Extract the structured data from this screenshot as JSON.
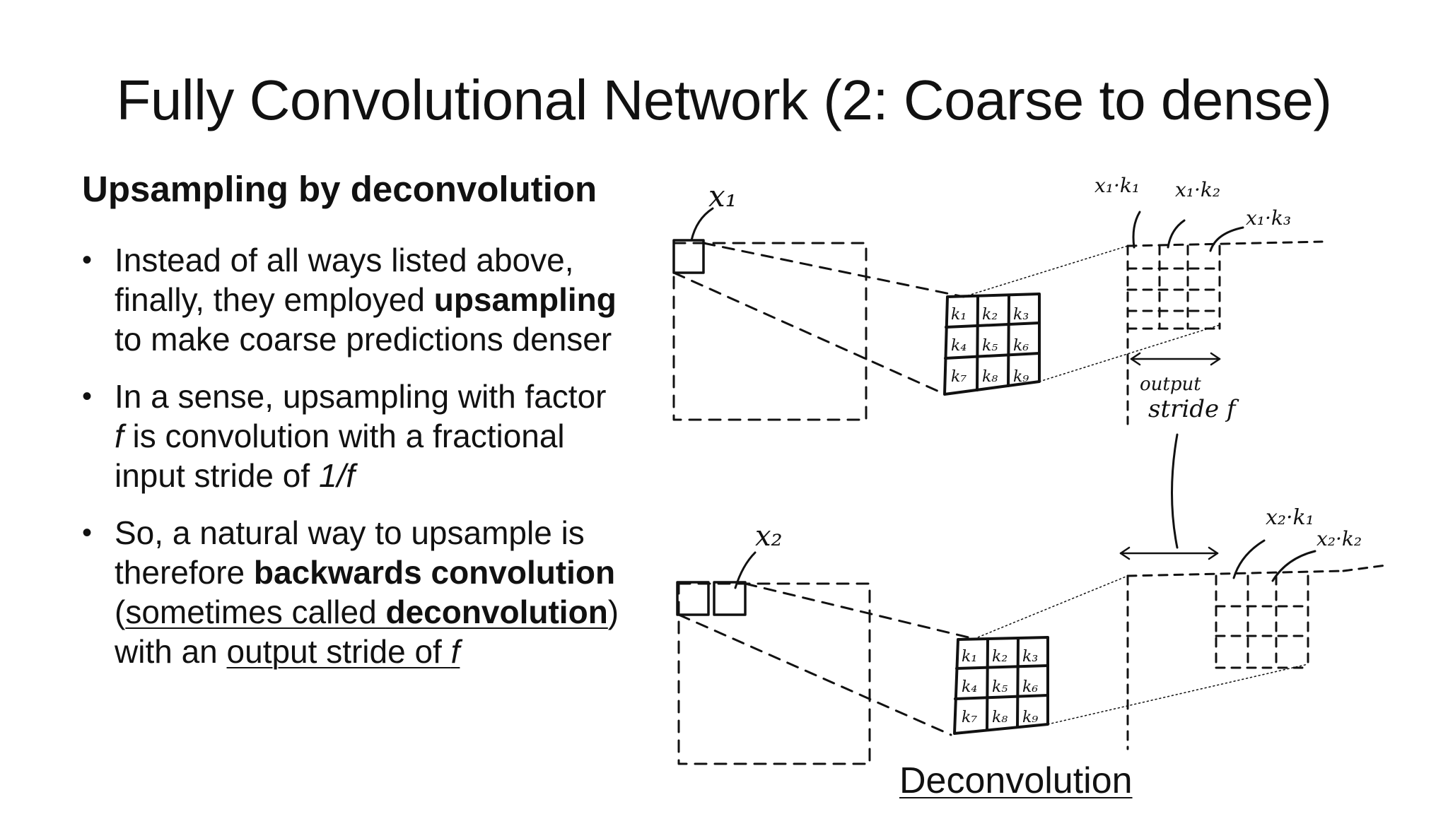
{
  "slide": {
    "title": "Fully Convolutional Network (2: Coarse to dense)",
    "subheading": "Upsampling by deconvolution"
  },
  "bullets": [
    {
      "b1_t1": "Instead of all ways listed above, finally, they employed ",
      "b1_t2": "upsampling",
      "b1_t3": " to make coarse predictions denser"
    },
    {
      "b2_t1": "In a sense, upsampling with factor ",
      "b2_t2": "f",
      "b2_t3": " is convolution with a fractional input stride of ",
      "b2_t4": "1/f"
    },
    {
      "b3_t1": "So, a natural way to upsample is therefore ",
      "b3_t2": "backwards convolution",
      "b3_t3": " (",
      "b3_t4": "sometimes called ",
      "b3_t5": "deconvolution",
      "b3_t6": ") with an ",
      "b3_t7": "output stride of ",
      "b3_t8": "f"
    }
  ],
  "diagram": {
    "label_x1": "x₁",
    "label_x2": "x₂",
    "label_x1k1": "x₁·k₁",
    "label_x1k2": "x₁·k₂",
    "label_x1k3": "x₁·k₃",
    "label_x2k1": "x₂·k₁",
    "label_x2k2": "x₂·k₂",
    "label_output": "output",
    "label_stride": "stride f",
    "kernel_top": [
      "k₁",
      "k₂",
      "k₃",
      "k₄",
      "k₅",
      "k₆",
      "k₇",
      "k₈",
      "k₉"
    ],
    "kernel_bottom": [
      "k₁",
      "k₂",
      "k₃",
      "k₄",
      "k₅",
      "k₆",
      "k₇",
      "k₈",
      "k₉"
    ],
    "caption": "Deconvolution"
  }
}
